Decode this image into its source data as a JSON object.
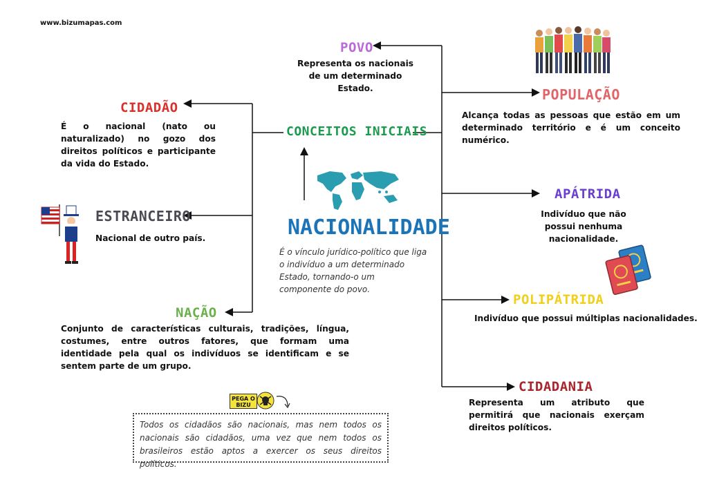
{
  "site": "www.bizumapas.com",
  "center": {
    "subtitle": "CONCEITOS INICIAIS",
    "title": "NACIONALIDADE",
    "definition": "É o vínculo jurídico-político que liga o indivíduo a um determinado Estado, tornando-o um componente do povo."
  },
  "left": {
    "cidadao": {
      "title": "CIDADÃO",
      "text": "É o nacional (nato ou naturalizado) no gozo dos direitos políticos e participante da vida do Estado."
    },
    "estrangeiro": {
      "title": "ESTRANCEIRO",
      "text": "Nacional de outro país."
    },
    "nacao": {
      "title": "NAÇÃO",
      "text": "Conjunto de características culturais, tradições, língua, costumes, entre outros fatores, que formam uma identidade pela qual os indivíduos se identificam e se sentem parte de um grupo."
    }
  },
  "right": {
    "povo": {
      "title": "POVO",
      "text": "Representa os nacionais de um determinado Estado."
    },
    "populacao": {
      "title": "POPULAÇÃO",
      "text": "Alcança todas as pessoas que estão em um determinado território e é um conceito numérico."
    },
    "apatrida": {
      "title": "APÁTRIDA",
      "text": "Indivíduo que não possui nenhuma nacionalidade."
    },
    "polipatrida": {
      "title": "POLIPÁTRIDA",
      "text": "Indivíduo que possui múltiplas nacionalidades."
    },
    "cidadania": {
      "title": "CIDADANIA",
      "text": "Representa um atributo que permitirá que nacionais exerçam direitos políticos."
    }
  },
  "tip": {
    "badge": "PEGA O BIZU",
    "text": "Todos os cidadãos são nacionais, mas nem todos os nacionais são cidadãos, uma vez que nem todos os brasileiros estão aptos a exercer os seus direitos políticos."
  },
  "colors": {
    "cidadao": "#d9312b",
    "estrangeiro": "#4a4a52",
    "nacao": "#6ab04c",
    "povo": "#b86bd6",
    "populacao": "#e0656a",
    "apatrida": "#6a3fd0",
    "polipatrida": "#f2cf1a",
    "cidadania": "#a8262c",
    "conceitos": "#1c9a4e",
    "nacionalidade": "#1b74b8",
    "map": "#2a9db0"
  }
}
